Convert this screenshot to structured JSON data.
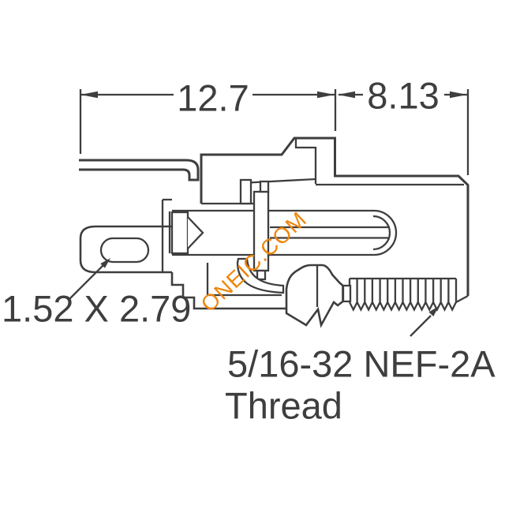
{
  "page": {
    "background": "#FFFFFF"
  },
  "drawing": {
    "type": "engineering-drawing-side-view",
    "line_color": "#3E3E3E",
    "text_color": "#3E3E3E",
    "dimensions": {
      "width_left": {
        "value": "12.7"
      },
      "width_right": {
        "value": "8.13"
      }
    },
    "callouts": {
      "slot": {
        "label": "1.52 X 2.79"
      },
      "thread": {
        "line1": "5/16-32 NEF-2A",
        "line2": "Thread"
      }
    }
  },
  "watermark": {
    "text": "ONEIC.COM",
    "color": "#EE860D"
  }
}
